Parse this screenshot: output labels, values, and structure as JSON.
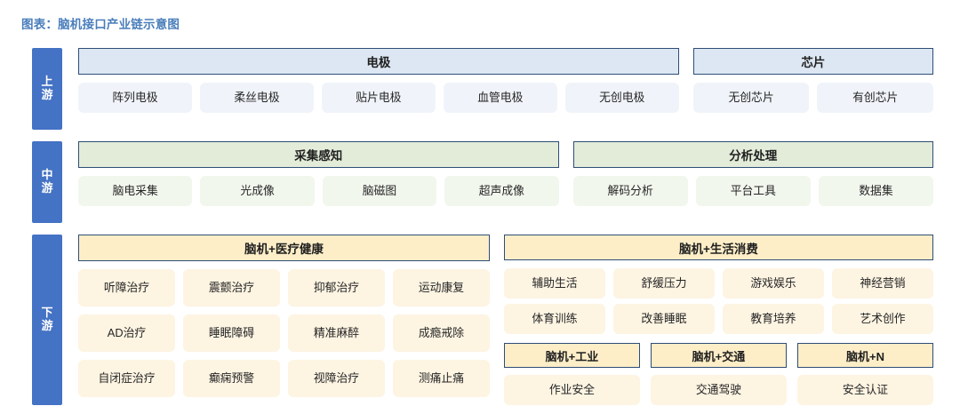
{
  "title": "图表：脑机接口产业链示意图",
  "colors": {
    "title": "#4a7ebb",
    "tier_label_bg": "#4472c4",
    "upstream_header_bg": "#dde7f3",
    "upstream_cell_bg": "#f0f4fa",
    "midstream_header_bg": "#e2ecd9",
    "midstream_cell_bg": "#f2f7ee",
    "downstream_header_bg": "#fdeec8",
    "downstream_cell_bg": "#fdf4e2",
    "header_border": "#2e4d77"
  },
  "tiers": {
    "upstream": {
      "label_line1": "上",
      "label_line2": "游",
      "groups": [
        {
          "header": "电极",
          "cells": [
            "阵列电极",
            "柔丝电极",
            "贴片电极",
            "血管电极",
            "无创电极"
          ]
        },
        {
          "header": "芯片",
          "cells": [
            "无创芯片",
            "有创芯片"
          ]
        }
      ]
    },
    "midstream": {
      "label_line1": "中",
      "label_line2": "游",
      "groups": [
        {
          "header": "采集感知",
          "cells": [
            "脑电采集",
            "光成像",
            "脑磁图",
            "超声成像"
          ]
        },
        {
          "header": "分析处理",
          "cells": [
            "解码分析",
            "平台工具",
            "数据集"
          ]
        }
      ]
    },
    "downstream": {
      "label_line1": "下",
      "label_line2": "游",
      "left_group": {
        "header": "脑机+医疗健康",
        "rows": [
          [
            "听障治疗",
            "震颤治疗",
            "抑郁治疗",
            "运动康复"
          ],
          [
            "AD治疗",
            "睡眠障碍",
            "精准麻醉",
            "成瘾戒除"
          ],
          [
            "自闭症治疗",
            "癫痫预警",
            "视障治疗",
            "测痛止痛"
          ]
        ]
      },
      "right_group": {
        "header": "脑机+生活消费",
        "rows": [
          [
            "辅助生活",
            "舒缓压力",
            "游戏娱乐",
            "神经营销"
          ],
          [
            "体育训练",
            "改善睡眠",
            "教育培养",
            "艺术创作"
          ]
        ],
        "sub_groups": [
          {
            "header": "脑机+工业",
            "cells": [
              "作业安全"
            ]
          },
          {
            "header": "脑机+交通",
            "cells": [
              "交通驾驶"
            ]
          },
          {
            "header": "脑机+N",
            "cells": [
              "安全认证"
            ]
          }
        ]
      }
    }
  }
}
